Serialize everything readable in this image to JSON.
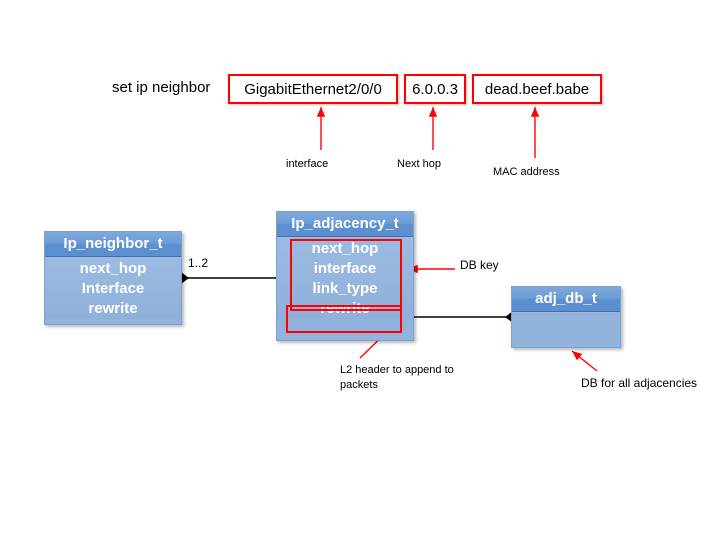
{
  "diagram": {
    "background": "#ffffff",
    "accent_red": "#ff0000",
    "box_header_blue": "#5b8fd0",
    "box_body_blue": "#92b4dc",
    "command": {
      "label": "set ip neighbor",
      "args": [
        {
          "name": "interface-arg",
          "value": "GigabitEthernet2/0/0",
          "annotation": "interface"
        },
        {
          "name": "next-hop-arg",
          "value": "6.0.0.3",
          "annotation": "Next hop"
        },
        {
          "name": "mac-arg",
          "value": "dead.beef.babe",
          "annotation": "MAC address"
        }
      ]
    },
    "classes": [
      {
        "id": "ip-neighbor",
        "title": "Ip_neighbor_t",
        "fields": [
          "next_hop",
          "Interface",
          "rewrite"
        ]
      },
      {
        "id": "ip-adjacency",
        "title": "Ip_adjacency_t",
        "fields": [
          "next_hop",
          "interface",
          "link_type",
          "rewrite"
        ]
      },
      {
        "id": "adj-db",
        "title": "adj_db_t",
        "fields": []
      }
    ],
    "annotations": {
      "db_key": "DB key",
      "l2_header": "L2 header to append to packets",
      "db_all": "DB for all adjacencies",
      "multiplicity": "1..2"
    }
  }
}
